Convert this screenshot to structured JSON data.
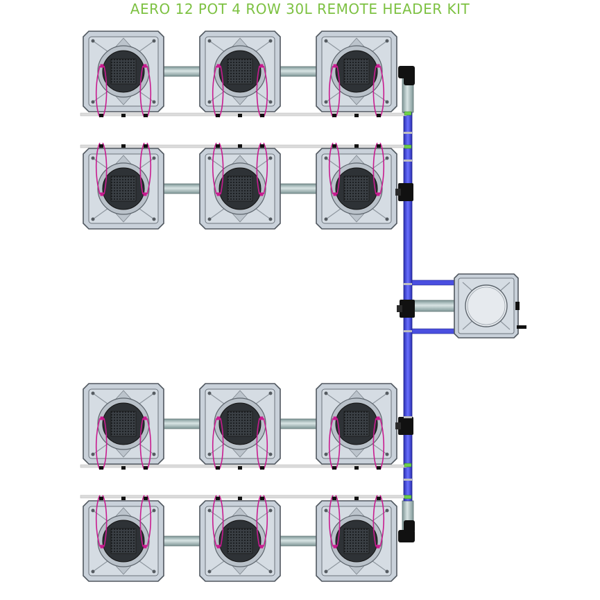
{
  "title": "AERO 12 POT 4 ROW 30L REMOTE HEADER KIT",
  "colors": {
    "title": "#7dc142",
    "pot_body": "#c9d1da",
    "pot_outline": "#50575f",
    "net_pot": "#2e3236",
    "connector_pipe": "#9fb4b4",
    "feed_hose": "#4a4fe0",
    "drain_tube": "#dcdcdc",
    "wire": "#c81b8f",
    "fitting_black": "#111111",
    "fitting_green": "#6fd14a"
  },
  "layout": {
    "rows": 4,
    "pots_per_row": 3,
    "reservoir_count": 1
  },
  "icons": [
    "pot-icon",
    "net-pot-icon",
    "reservoir-tank-icon",
    "elbow-fitting-icon"
  ]
}
